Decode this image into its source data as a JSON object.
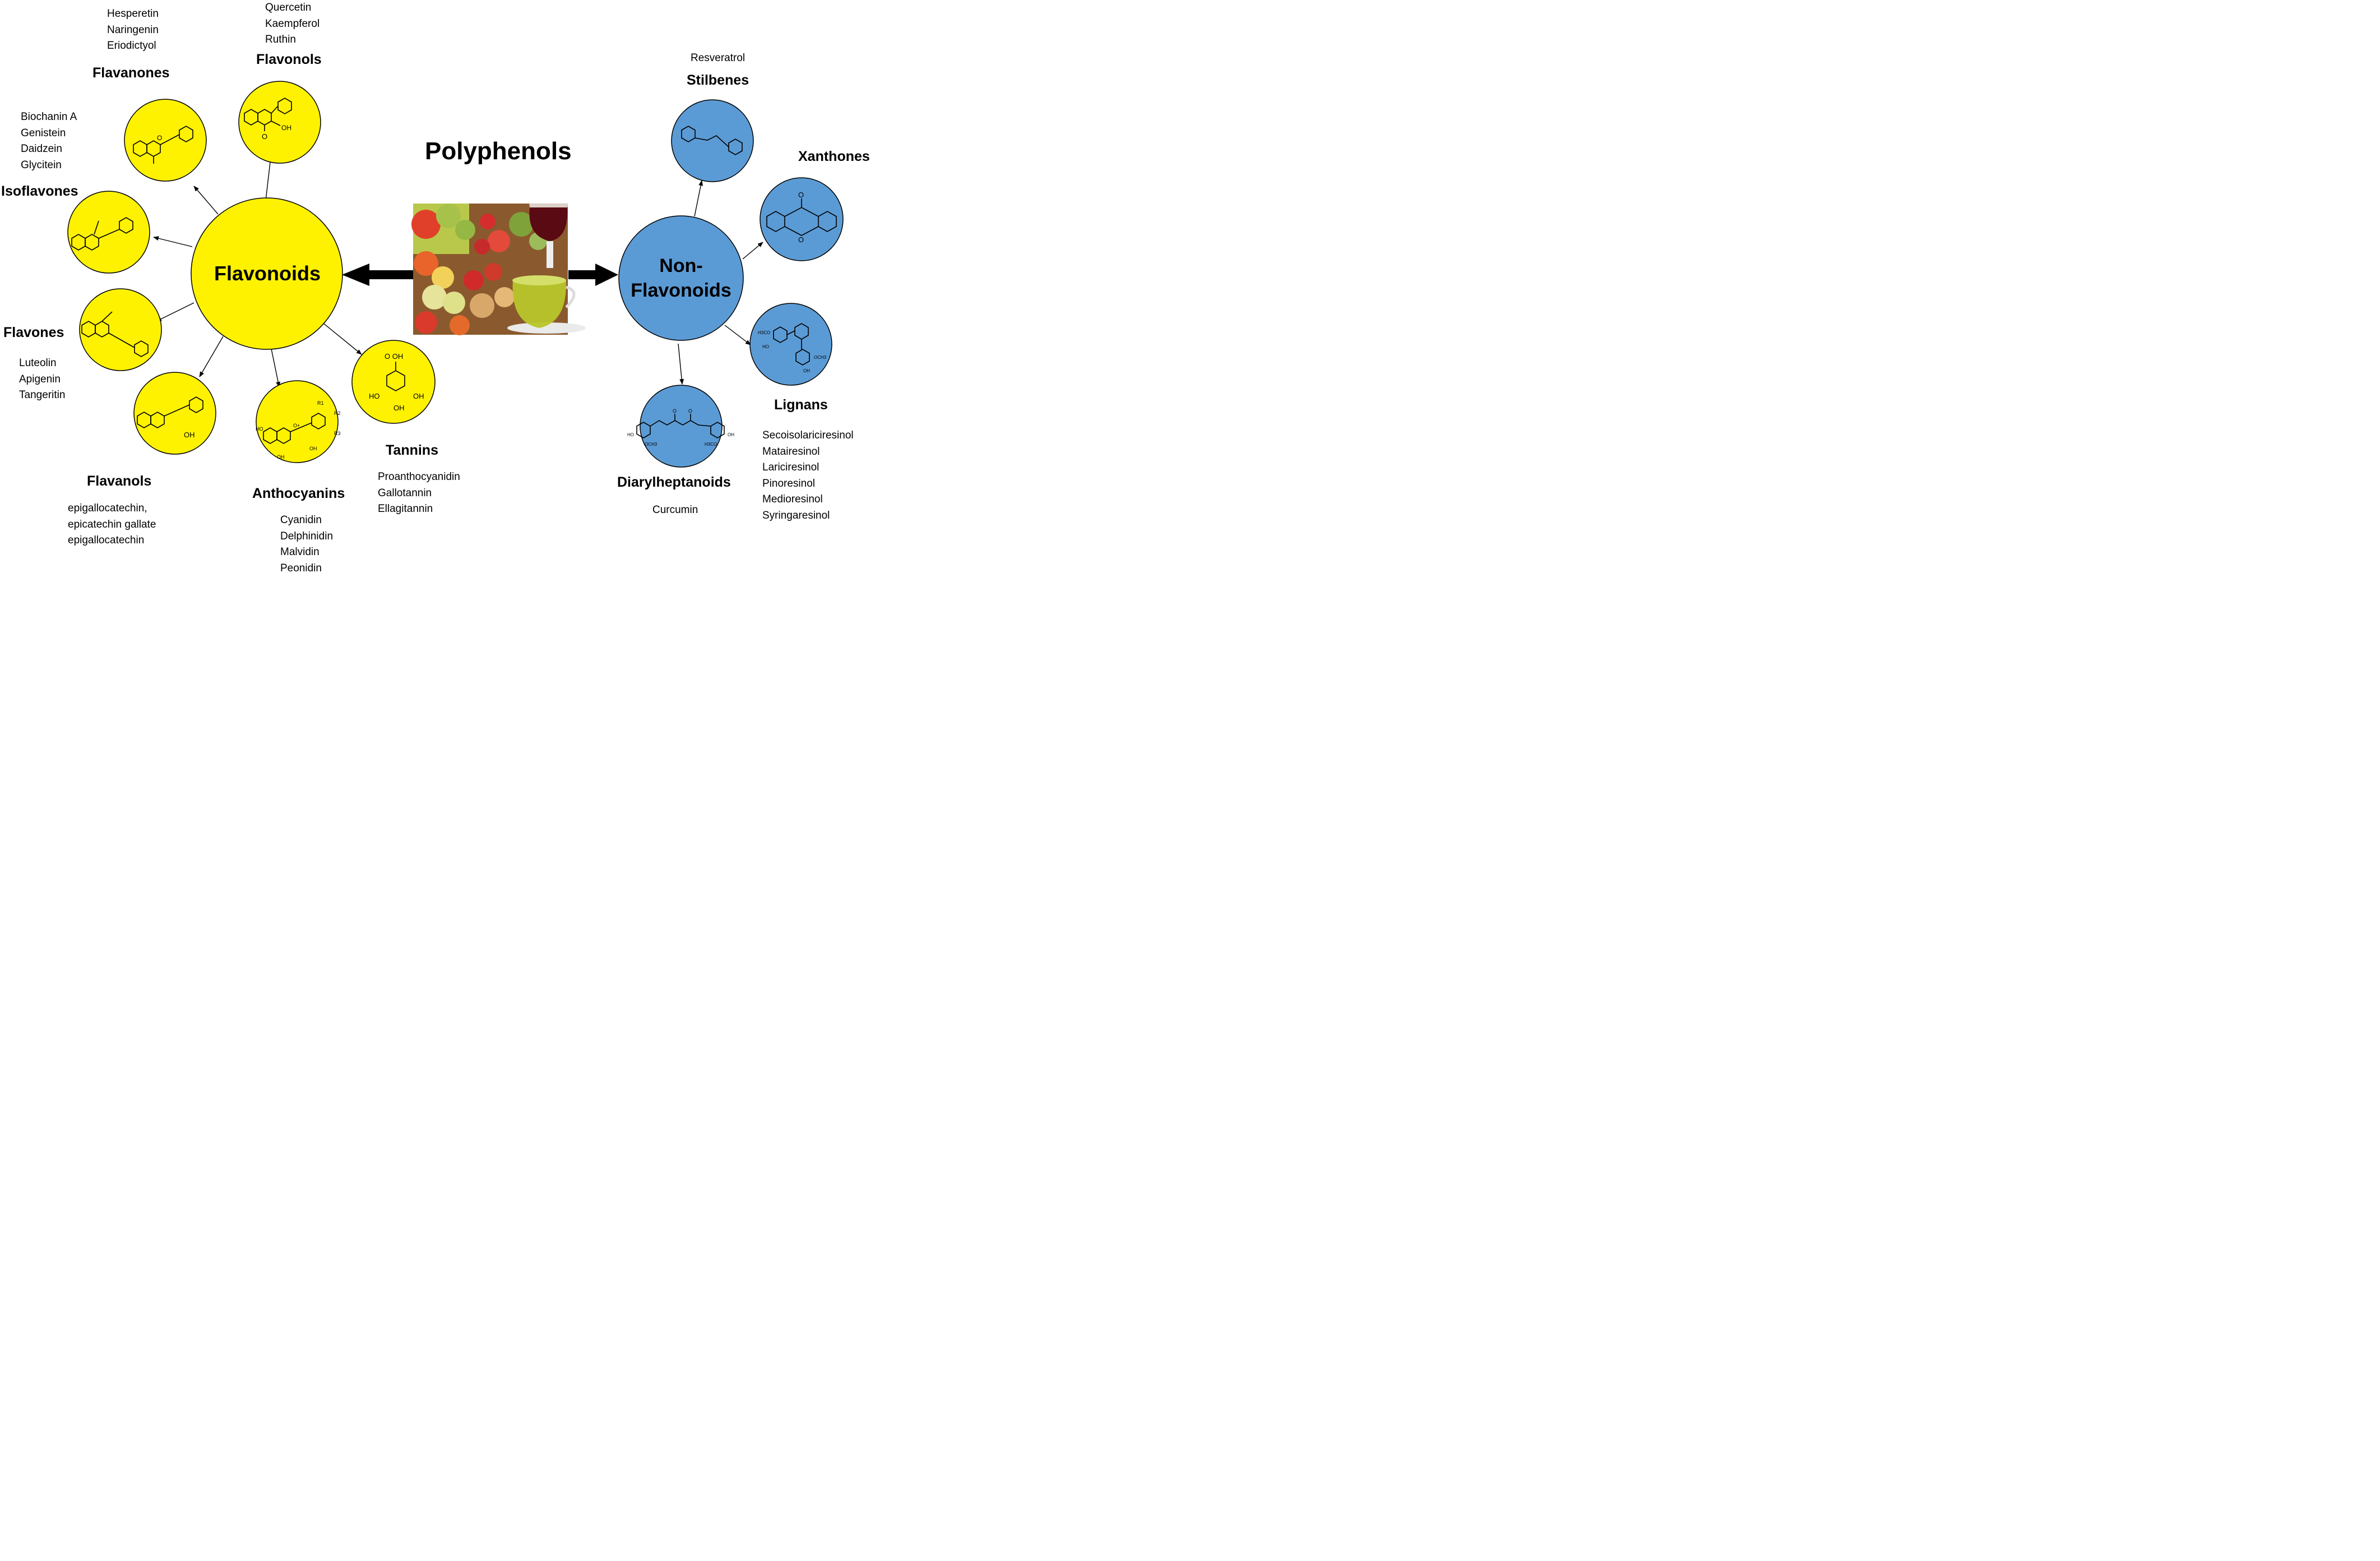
{
  "title": "Polyphenols",
  "colors": {
    "flavonoid": "#fff200",
    "non_flavonoid": "#5b9bd5",
    "stroke": "#000000"
  },
  "flavonoids": {
    "label": "Flavonoids",
    "groups": [
      {
        "key": "flavanones",
        "label": "Flavanones",
        "items": [
          "Hesperetin",
          "Naringenin",
          "Eriodictyol"
        ]
      },
      {
        "key": "flavonols",
        "label": "Flavonols",
        "items": [
          "Quercetin",
          "Kaempferol",
          "Ruthin"
        ]
      },
      {
        "key": "isoflavones",
        "label": "Isoflavones",
        "items": [
          "Biochanin A",
          "Genistein",
          "Daidzein",
          "Glycitein"
        ]
      },
      {
        "key": "flavones",
        "label": "Flavones",
        "items": [
          "Luteolin",
          "Apigenin",
          "Tangeritin"
        ]
      },
      {
        "key": "flavanols",
        "label": "Flavanols",
        "items": [
          "epigallocatechin,",
          "epicatechin gallate",
          "epigallocatechin"
        ]
      },
      {
        "key": "anthocyanins",
        "label": "Anthocyanins",
        "items": [
          "Cyanidin",
          "Delphinidin",
          "Malvidin",
          "Peonidin"
        ]
      },
      {
        "key": "tannins",
        "label": "Tannins",
        "items": [
          "Proanthocyanidin",
          "Gallotannin",
          "Ellagitannin"
        ]
      }
    ]
  },
  "non_flavonoids": {
    "label_line1": "Non-",
    "label_line2": "Flavonoids",
    "groups": [
      {
        "key": "stilbenes",
        "label": "Stilbenes",
        "items": [
          "Resveratrol"
        ]
      },
      {
        "key": "xanthones",
        "label": "Xanthones",
        "items": []
      },
      {
        "key": "lignans",
        "label": "Lignans",
        "items": [
          "Secoisolariciresinol",
          "Matairesinol",
          "Lariciresinol",
          "Pinoresinol",
          "Medioresinol",
          "Syringaresinol"
        ]
      },
      {
        "key": "diarylheptanoids",
        "label": "Diarylheptanoids",
        "items": [
          "Curcumin"
        ]
      }
    ]
  },
  "structures": {
    "flavonols_oh": "OH",
    "flavonols_o": "O",
    "flavanones_o": "O",
    "flavanols_oh": "OH",
    "tannins_cooh": "O   OH",
    "tannins_ho": "HO",
    "tannins_oh1": "OH",
    "tannins_oh2": "OH",
    "antho_r1": "R1",
    "antho_r2": "R2",
    "antho_r3": "R3",
    "antho_oplus": "O+",
    "antho_ho": "HO",
    "antho_oh1": "OH",
    "antho_oh2": "OH",
    "xanthone_o_top": "O",
    "xanthone_o_mid": "O",
    "lignan_ho": "HO",
    "lignan_och3a": "H3CO",
    "lignan_och3b": "OCH3",
    "lignan_oh": "OH",
    "curc_ho": "HO",
    "curc_och3a": "OCH3",
    "curc_och3b": "H3CO",
    "curc_oh": "OH",
    "curc_o1": "O",
    "curc_o2": "O"
  }
}
